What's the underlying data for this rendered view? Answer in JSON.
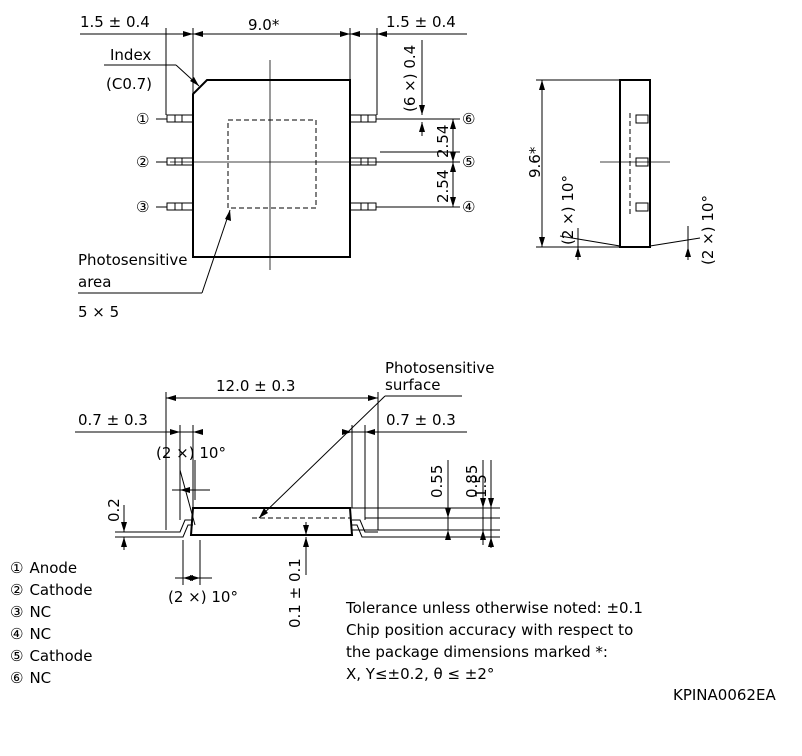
{
  "top_view": {
    "left_lead_dim": "1.5 ± 0.4",
    "body_width_dim": "9.0*",
    "right_lead_dim": "1.5 ± 0.4",
    "index_label": "Index",
    "index_chamfer": "(C0.7)",
    "lead_width_dim": "(6 ×) 0.4",
    "pitch_upper": "2.54",
    "pitch_lower": "2.54",
    "photosensitive_label_line1": "Photosensitive",
    "photosensitive_label_line2": "area",
    "photosensitive_size": "5 × 5",
    "pin_markers": {
      "p1": "①",
      "p2": "②",
      "p3": "③",
      "p4": "④",
      "p5": "⑤",
      "p6": "⑥"
    }
  },
  "side_view": {
    "body_length_dim": "9.6*",
    "angle_left": "(2 ×) 10°",
    "angle_right": "(2 ×) 10°"
  },
  "front_view": {
    "surface_label_line1": "Photosensitive",
    "surface_label_line2": "surface",
    "overall_width_dim": "12.0 ± 0.3",
    "left_lead_dim": "0.7 ± 0.3",
    "right_lead_dim": "0.7 ± 0.3",
    "angle_top": "(2 ×) 10°",
    "angle_bottom": "(2 ×) 10°",
    "lead_thickness_dim": "0.2",
    "standoff_dim": "0.1 ± 0.1",
    "surface_height_dim": "0.55",
    "body_height_dim": "0.85",
    "total_height_dim": "1.5"
  },
  "pin_list": [
    {
      "marker": "①",
      "name": "Anode"
    },
    {
      "marker": "②",
      "name": "Cathode"
    },
    {
      "marker": "③",
      "name": "NC"
    },
    {
      "marker": "④",
      "name": "NC"
    },
    {
      "marker": "⑤",
      "name": "Cathode"
    },
    {
      "marker": "⑥",
      "name": "NC"
    }
  ],
  "notes": {
    "line1": "Tolerance unless otherwise noted: ±0.1",
    "line2": "Chip position accuracy with respect to",
    "line3": "the package dimensions marked *:",
    "line4": "X, Y≤±0.2, θ ≤ ±2°"
  },
  "drawing_code": "KPINA0062EA"
}
